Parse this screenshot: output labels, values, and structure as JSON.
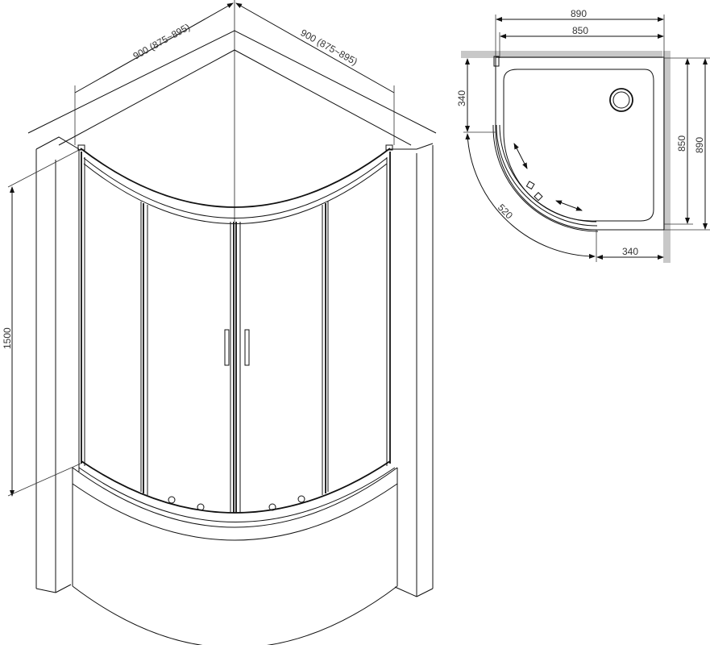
{
  "figure": {
    "type": "technical drawing",
    "subject": "quarter-round shower enclosure with sliding doors on deep tray",
    "colors": {
      "line": "#111111",
      "dimension_text": "#333333",
      "wall_fill": "#c8c8c8",
      "background": "#ffffff"
    }
  },
  "perspective_view": {
    "dim_width_left": "900 (875~895)",
    "dim_width_right": "900 (875~895)",
    "dim_height": "1500"
  },
  "plan_view": {
    "dim_top_outer": "890",
    "dim_top_inner": "850",
    "dim_right_inner": "850",
    "dim_right_outer": "890",
    "dim_left_straight": "340",
    "dim_bottom_straight": "340",
    "dim_arc_radius": "520"
  }
}
